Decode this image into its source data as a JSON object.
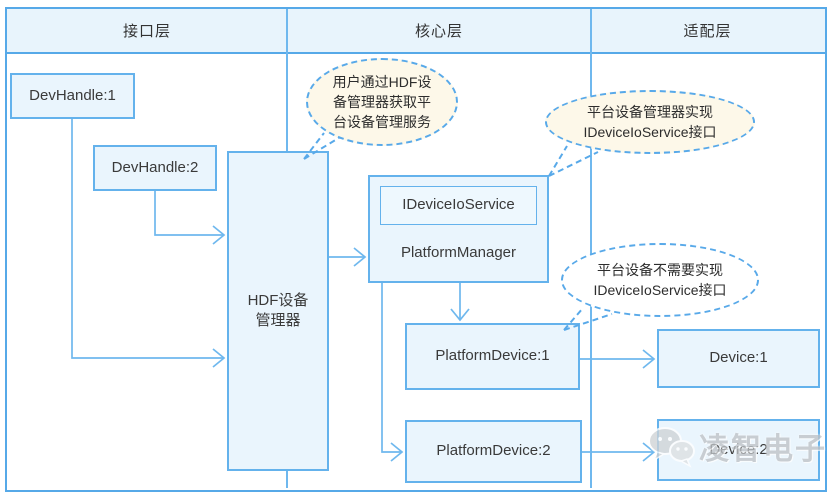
{
  "layers": {
    "interface": "接口层",
    "core": "核心层",
    "adapter": "适配层"
  },
  "nodes": {
    "devhandle1": "DevHandle:1",
    "devhandle2": "DevHandle:2",
    "hdf_manager": "HDF设备\n管理器",
    "ideviceioservice": "IDeviceIoService",
    "platform_manager": "PlatformManager",
    "platform_device1": "PlatformDevice:1",
    "platform_device2": "PlatformDevice:2",
    "device1": "Device:1",
    "device2": "Device:2"
  },
  "callouts": {
    "user_gets_service": "用户通过HDF设\n备管理器获取平\n台设备管理服务",
    "manager_implements": "平台设备管理器实现\nIDeviceIoService接口",
    "device_not_required": "平台设备不需要实现\nIDeviceIoService接口"
  },
  "watermark": {
    "text": "凌智电子",
    "icon": "wechat-chat-bubbles-icon"
  },
  "colors": {
    "frame_border": "#56a9e8",
    "header_fill": "#e8f4fc",
    "node_fill": "#eaf5fd",
    "node_border": "#64b2ec",
    "connector": "#6fb8ee",
    "callout_border": "#58a9e9",
    "callout_cream_fill": "#fdf8e9",
    "text": "#333333",
    "watermark_gray": "#bfc3c7"
  }
}
